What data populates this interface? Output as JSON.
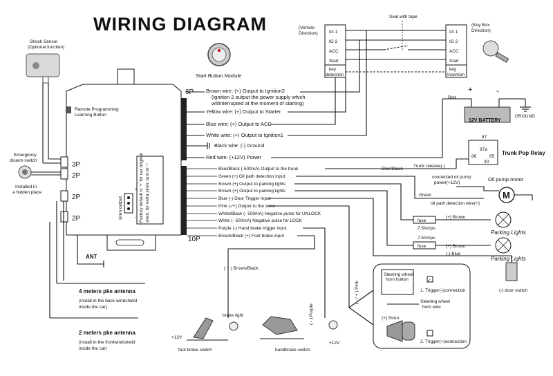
{
  "title": "WIRING DIAGRAM",
  "shock_sensor": {
    "label": "Shock Sensor",
    "note": "(Optional function)"
  },
  "start_button": {
    "label": "Start Button Module"
  },
  "module": {
    "conn_6p": "6P",
    "conn_10p": "10P",
    "conn_3p": "3P",
    "conn_2p_a": "2P",
    "conn_2p_b": "2P",
    "conn_2p_c": "2P",
    "remote_programming": "Remote Programming",
    "learning_button": "Learning Button",
    "siren_output": "siren output",
    "factory_default_1": "Factory default is '+' for car original",
    "factory_default_2": "siren, for extra siren, turn to '-'",
    "jumper_plus": "+",
    "jumper_minus": "-"
  },
  "emergency": {
    "line1": "Emergency",
    "line2": "disarm switch",
    "hidden1": "Installed in",
    "hidden2": "a hidden place"
  },
  "ant": "ANT",
  "antenna1": {
    "title": "4 meters pke antenna",
    "line1": "(install in the back windshield",
    "line2": "inside the car)"
  },
  "antenna2": {
    "title": "2 meters pke antenna",
    "line1": "(install in the  frontwindshield",
    "line2": "inside the car)"
  },
  "wires_6p": [
    {
      "name": "Brown wire:  (+) Output to Ignition2"
    },
    {
      "name": "(ignition 2 output the power supply which"
    },
    {
      "name": "willinterrupted at the moment of starting)"
    },
    {
      "name": "Yellow wire:  (+) Output to Starter"
    },
    {
      "name": "Blue wire:  (+) Output to ACC"
    },
    {
      "name": "White wire: (+) Output to Ignition1"
    },
    {
      "name": "Black wite: (-) Ground"
    },
    {
      "name": "Red wire:  (+12V) Power"
    }
  ],
  "wires_10p": [
    "Blue/Black  (-500mA) Output to the trunk",
    "Green  (+) Oil path detection  input",
    "Brown  (+) Output to parking lights",
    "Brown  (+) Output to parking lights",
    "Blue   (-) Door Trigger Input",
    "Pink  (-/+) Output to the siren",
    "White/Black  (- 500mA) Negative pulse for UNLOCK",
    "White   (- 500mA) Negative pulse for LOCK",
    "Purple   (-) Hand brake trigger input",
    "Brown/Black   (+) Foot brake input"
  ],
  "vehicle": {
    "left_title1": "(Vehicle",
    "left_title2": "Direction)",
    "right_title1": "(Key Box",
    "right_title2": "Direction)",
    "rows": [
      "IG 1",
      "IG 2",
      "ACC",
      "Start"
    ],
    "left_det1": "key",
    "left_det2": "detection",
    "right_det1": "key",
    "right_det2": "Insertion",
    "seal": "Seal with tape"
  },
  "battery": {
    "red": "Red",
    "label": "12V BATTERY",
    "plus": "+",
    "minus": "-",
    "ground": "GROUND"
  },
  "relay": {
    "title": "Trunk Pop Relay",
    "p87": "87",
    "p87a": "87a",
    "p86": "86",
    "p85": "85",
    "p30": "30"
  },
  "right_labels": {
    "blue_black": "Blue/Black",
    "trunk_release": "Trunk release(-)",
    "oil_power1": "connected oil pump",
    "oil_power2": "power(+12V)",
    "oil_motor": "Oil pump motor",
    "motor_m": "M",
    "green": "Green",
    "oil_detect": "oil path detection wire(+)",
    "fuse": "fuse",
    "amps1": "7.5Amps",
    "amps2": "7.5Amps",
    "plus_brown1": "(+) Brown",
    "plus_brown2": "(+) Brown",
    "parking1": "Parking Lights",
    "parking2": "Parking Lights",
    "minus_blue": "(-) Blue",
    "door_switch": "(-) door switch"
  },
  "bottom": {
    "brown_black": "( + )  Brown/Black",
    "purple": "( - )  Purple",
    "pink": "( - / + )  Pink",
    "brake_light": "brake light",
    "plus12_left": "+12V",
    "foot_brake": "foot brake switch",
    "handbrake": "handbrake  switch",
    "plus12_right": "+12V"
  },
  "siren_box": {
    "steering_btn1": "Steering wheel",
    "steering_btn2": "horn button",
    "trigger1": "1. Trigger(-)connection",
    "steering_wire1": "Steering wheel",
    "steering_wire2": "horn wire",
    "siren": "(+) Siren",
    "trigger2": "2. Trigger(+)connection",
    "check": "✓"
  }
}
